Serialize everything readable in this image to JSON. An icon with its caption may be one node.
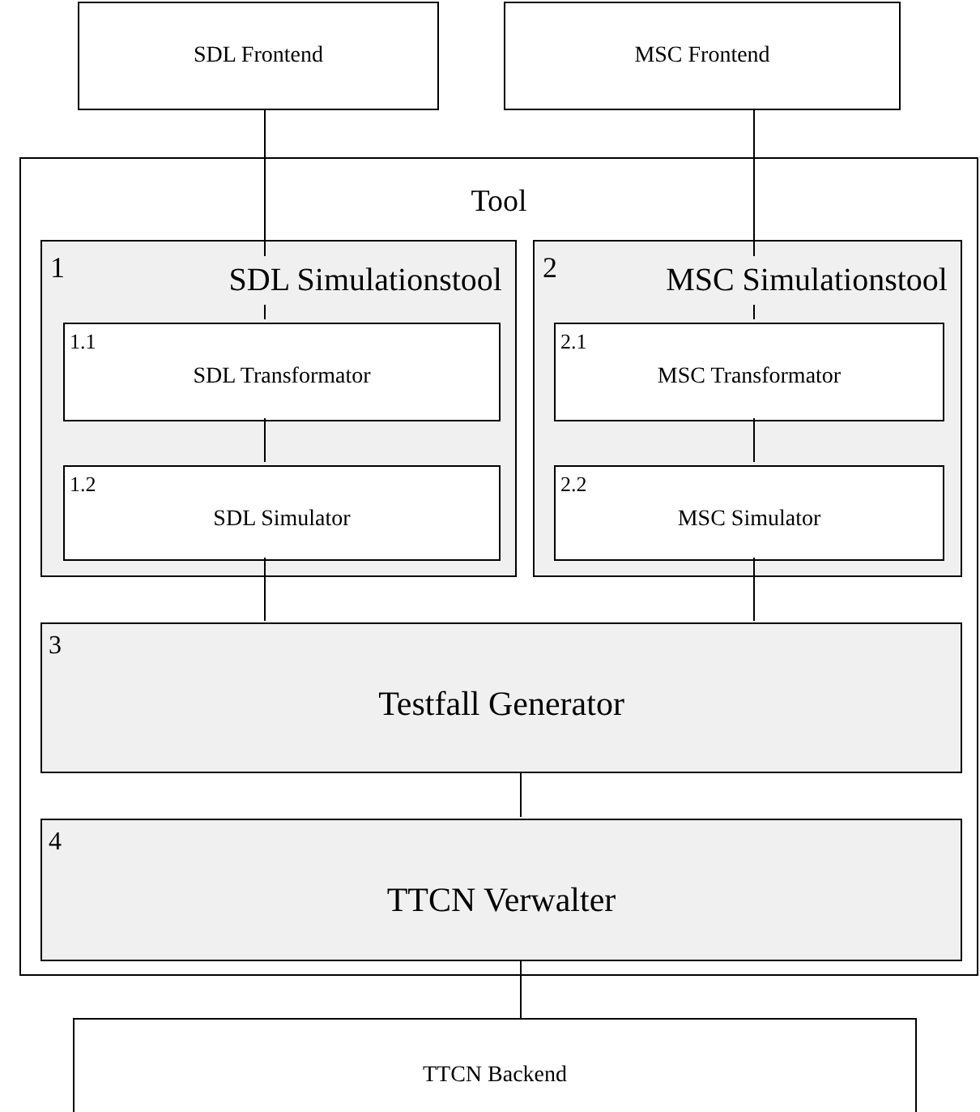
{
  "diagram": {
    "nodes": [
      {
        "text": [
          "SDL Frontend"
        ]
      },
      {
        "text": [
          "MSC Frontend"
        ]
      },
      {
        "text": [
          "Tool"
        ]
      },
      {
        "text": [
          "1",
          "SDL Simulationstool"
        ],
        "in": 2
      },
      {
        "text": [
          "1.1",
          "SDL Transformator"
        ],
        "in": 3
      },
      {
        "text": [
          "1.2",
          "SDL Simulator"
        ],
        "in": 3
      },
      {
        "text": [
          "2",
          "MSC Simulationstool"
        ],
        "in": 2
      },
      {
        "text": [
          "2.1",
          "MSC Transformator"
        ],
        "in": 6
      },
      {
        "text": [
          "2.2",
          "MSC Simulator"
        ],
        "in": 6
      },
      {
        "text": [
          "3",
          "Testfall Generator"
        ],
        "in": 2
      },
      {
        "text": [
          "4",
          "TTCN Verwalter"
        ],
        "in": 2
      },
      {
        "text": [
          "TTCN Backend"
        ]
      }
    ],
    "edges": [
      {
        "from": 0,
        "to": 4,
        "arrow": "none"
      },
      {
        "from": 4,
        "to": 5,
        "arrow": "none"
      },
      {
        "from": 5,
        "to": 9,
        "arrow": "none"
      },
      {
        "from": 1,
        "to": 7,
        "arrow": "none"
      },
      {
        "from": 7,
        "to": 8,
        "arrow": "none"
      },
      {
        "from": 8,
        "to": 9,
        "arrow": "none"
      },
      {
        "from": 9,
        "to": 10,
        "arrow": "none"
      },
      {
        "from": 10,
        "to": 11,
        "arrow": "none"
      }
    ]
  }
}
